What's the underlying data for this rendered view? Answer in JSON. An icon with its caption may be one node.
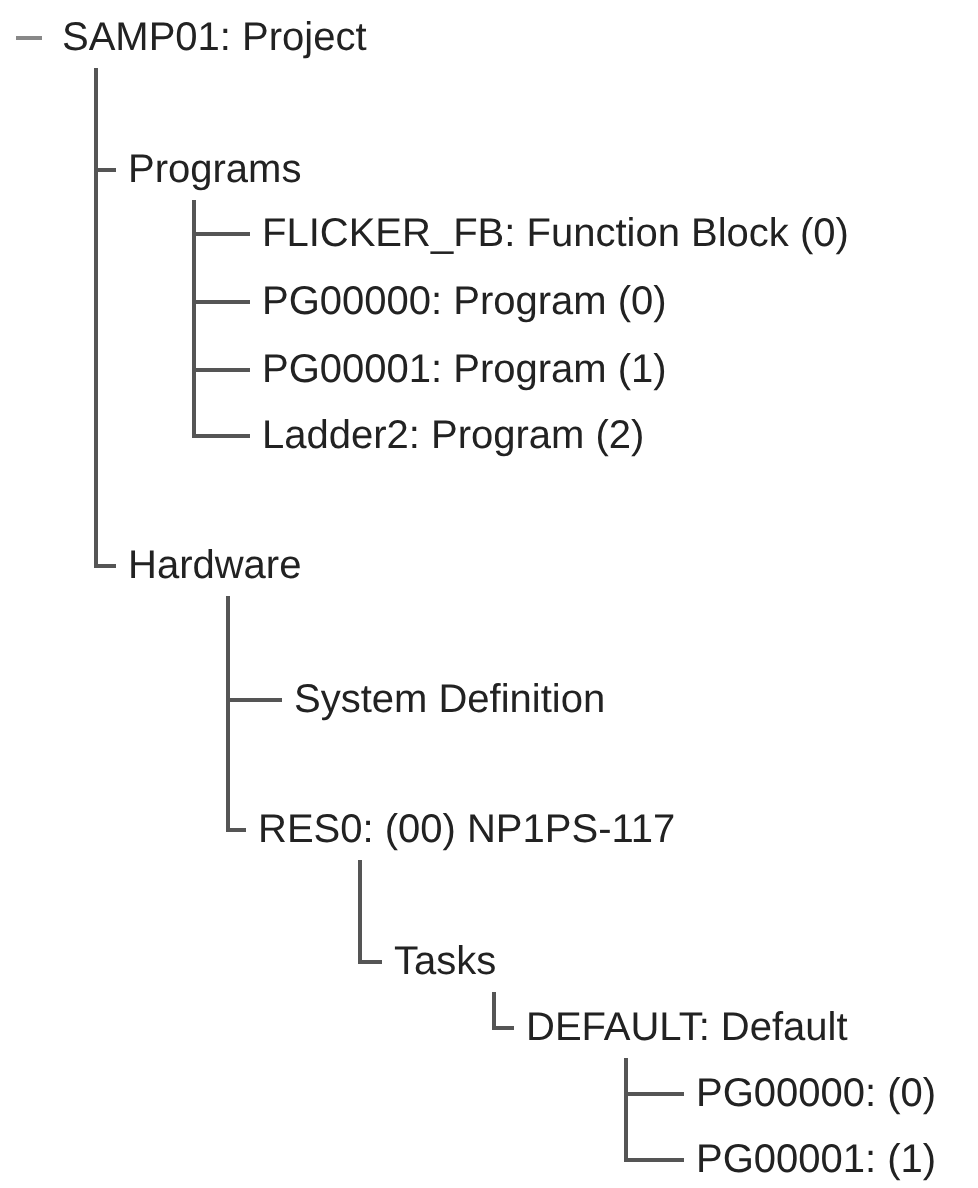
{
  "diagram": {
    "nodes": [
      {
        "text": [
          "SAMP01: Project"
        ]
      },
      {
        "text": [
          "Programs"
        ]
      },
      {
        "text": [
          "FLICKER_FB: Function Block (0)"
        ]
      },
      {
        "text": [
          "PG00000: Program (0)"
        ]
      },
      {
        "text": [
          "PG00001: Program (1)"
        ]
      },
      {
        "text": [
          "Ladder2: Program (2)"
        ]
      },
      {
        "text": [
          "Hardware"
        ]
      },
      {
        "text": [
          "System Definition"
        ]
      },
      {
        "text": [
          "RES0: (00) NP1PS-117"
        ]
      },
      {
        "text": [
          "Tasks"
        ]
      },
      {
        "text": [
          "DEFAULT: Default"
        ]
      },
      {
        "text": [
          "PG00000: (0)"
        ]
      },
      {
        "text": [
          "PG00001: (1)"
        ]
      }
    ],
    "edges": [
      {
        "from": 0,
        "to": 1,
        "arrow": "none"
      },
      {
        "from": 1,
        "to": 2,
        "arrow": "none"
      },
      {
        "from": 1,
        "to": 3,
        "arrow": "none"
      },
      {
        "from": 1,
        "to": 4,
        "arrow": "none"
      },
      {
        "from": 1,
        "to": 5,
        "arrow": "none"
      },
      {
        "from": 0,
        "to": 6,
        "arrow": "none"
      },
      {
        "from": 6,
        "to": 7,
        "arrow": "none"
      },
      {
        "from": 6,
        "to": 8,
        "arrow": "none"
      },
      {
        "from": 8,
        "to": 9,
        "arrow": "none"
      },
      {
        "from": 9,
        "to": 10,
        "arrow": "none"
      },
      {
        "from": 10,
        "to": 11,
        "arrow": "none"
      },
      {
        "from": 10,
        "to": 12,
        "arrow": "none"
      }
    ]
  }
}
